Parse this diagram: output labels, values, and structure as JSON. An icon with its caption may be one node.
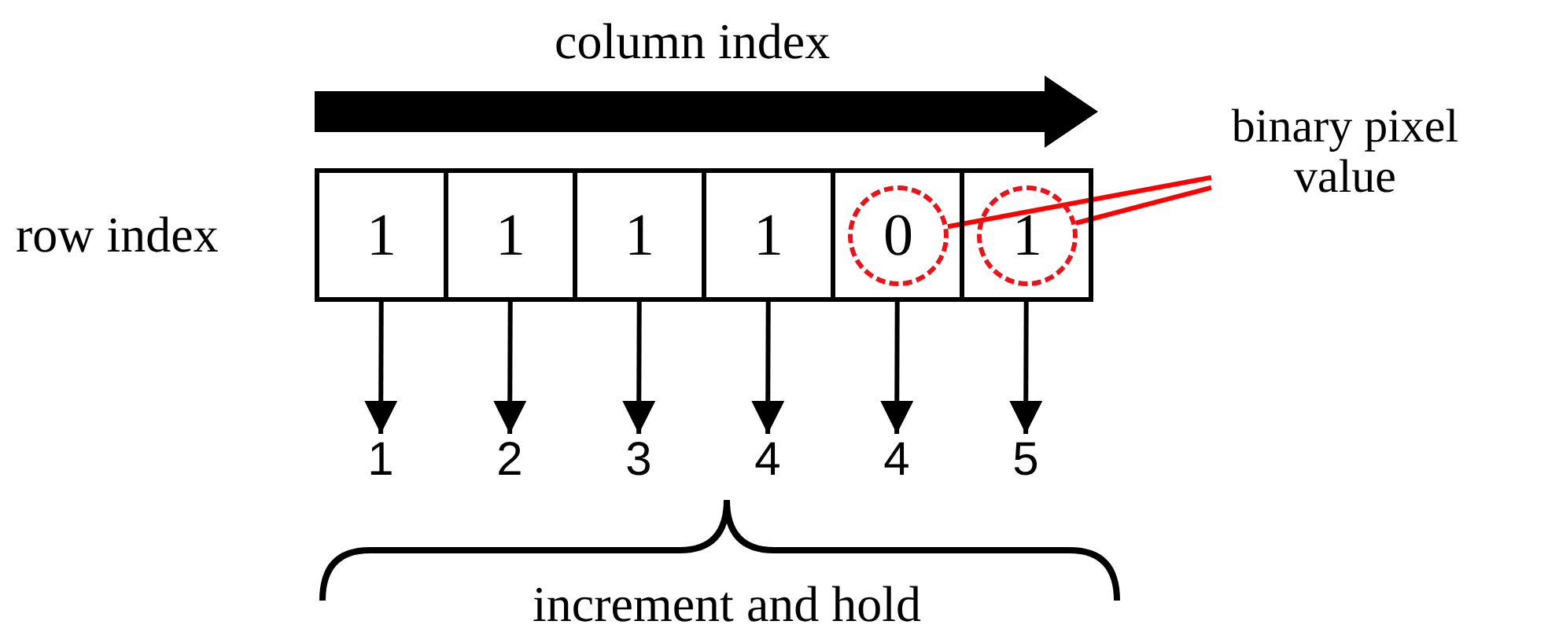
{
  "diagram": {
    "nodes": [
      {
        "text": [
          "binary pixel value"
        ]
      },
      {
        "text": [
          "1"
        ]
      },
      {
        "text": [
          "1"
        ]
      },
      {
        "text": [
          "1"
        ]
      },
      {
        "text": [
          "1"
        ]
      },
      {
        "text": [],
        "shape": "box"
      },
      {
        "text": [],
        "shape": "box"
      },
      {
        "text": [
          "0"
        ],
        "in": 5
      },
      {
        "text": [
          "1"
        ],
        "in": 6
      },
      {
        "text": [
          "1"
        ]
      },
      {
        "text": [
          "2"
        ]
      },
      {
        "text": [
          "3"
        ]
      },
      {
        "text": [
          "4"
        ]
      },
      {
        "text": [
          "4"
        ]
      },
      {
        "text": [
          "5"
        ]
      }
    ],
    "edges": [
      {
        "from": 1,
        "to": 9,
        "arrow": "to"
      },
      {
        "from": 2,
        "to": 10,
        "arrow": "to"
      },
      {
        "from": 3,
        "to": 11,
        "arrow": "to"
      },
      {
        "from": 4,
        "to": 12,
        "arrow": "to"
      },
      {
        "from": 5,
        "to": 13,
        "arrow": "to"
      },
      {
        "from": 6,
        "to": 14,
        "arrow": "to"
      },
      {
        "from": 0,
        "to": 7,
        "arrow": "none",
        "color": "#ff0000"
      },
      {
        "from": 0,
        "to": 8,
        "arrow": "none",
        "color": "#ff0000"
      }
    ],
    "labels": [
      "column index",
      "row index",
      "increment and hold"
    ]
  }
}
